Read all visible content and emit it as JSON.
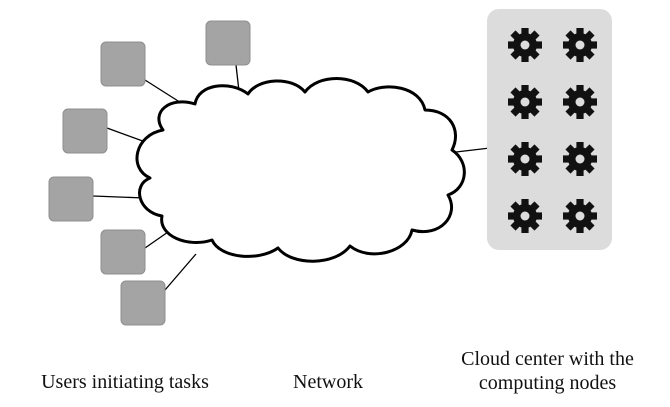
{
  "diagram": {
    "user_count": 6,
    "node_count": 8,
    "colors": {
      "user_box": "#a3a4a3",
      "user_box_stroke": "#8e8f8e",
      "panel": "#dcdcdc",
      "gear": "#111111",
      "line": "#000000",
      "cloud_fill": "#ffffff",
      "cloud_stroke": "#000000"
    }
  },
  "labels": {
    "users": "Users initiating tasks",
    "network": "Network",
    "cloud_center": "Cloud center with the computing nodes"
  }
}
